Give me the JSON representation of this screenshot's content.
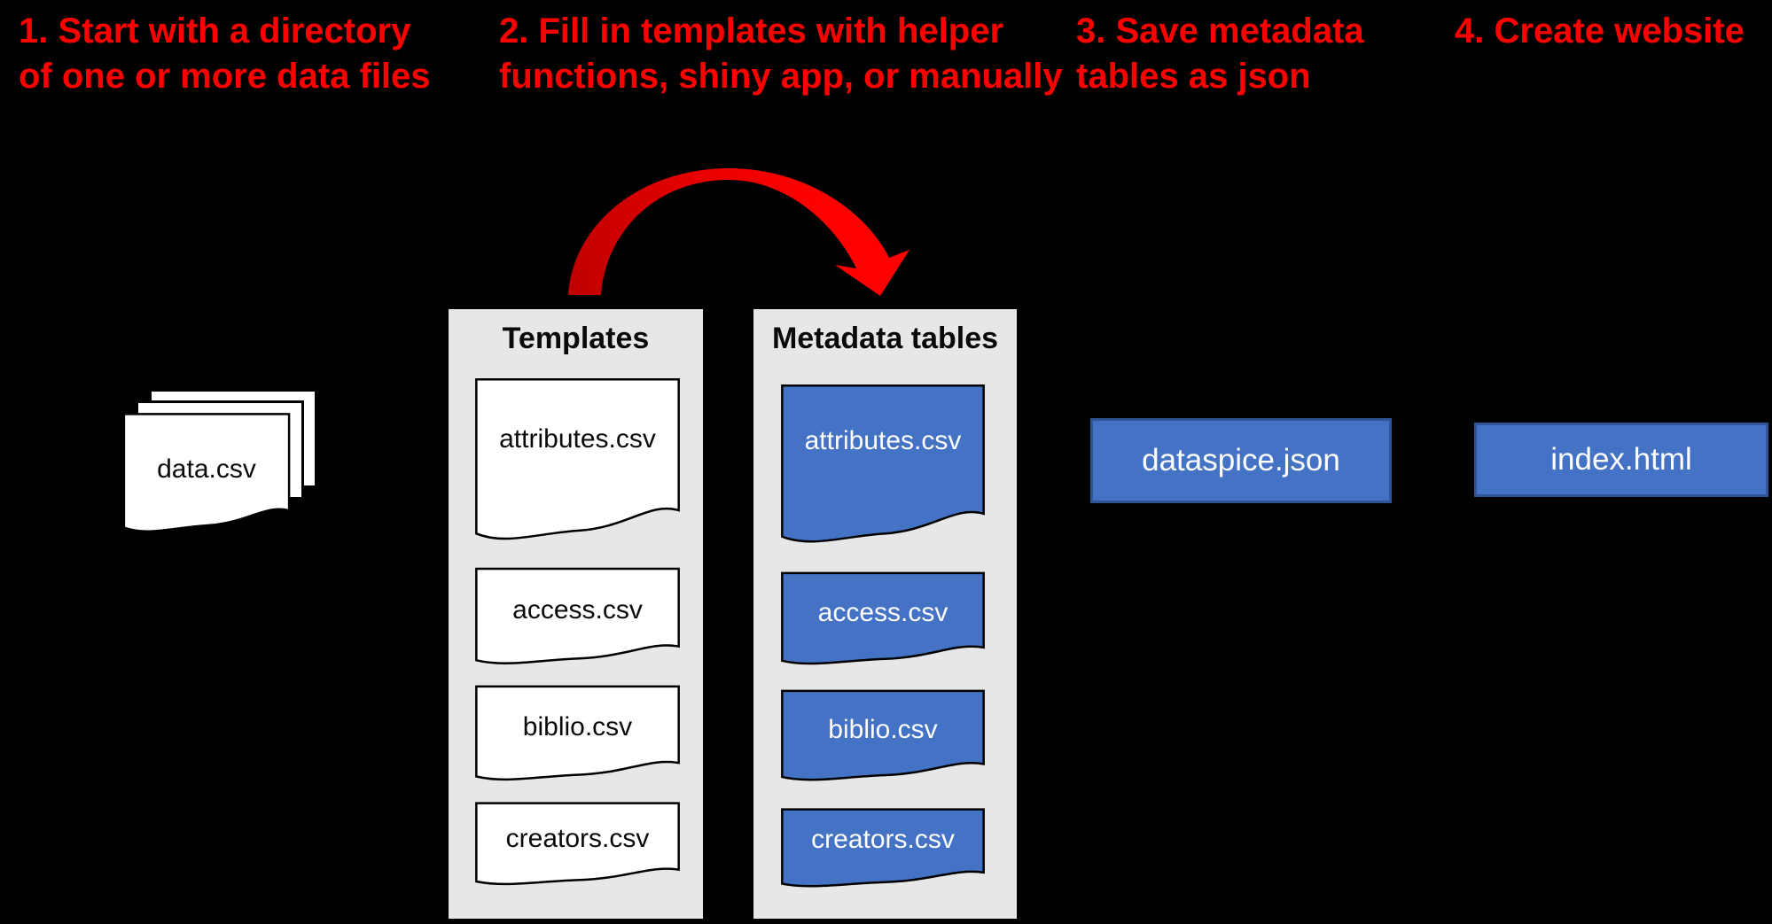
{
  "headings": {
    "step1": [
      "1. Start with a directory",
      "of one or more data files"
    ],
    "step2": [
      "2. Fill in templates with helper",
      "functions, shiny app, or manually"
    ],
    "step3": [
      "3. Save metadata",
      "tables as json"
    ],
    "step4": [
      "4. Create website"
    ]
  },
  "data_stack": {
    "label": "data.csv"
  },
  "templates_panel": {
    "title": "Templates",
    "files": [
      "attributes.csv",
      "access.csv",
      "biblio.csv",
      "creators.csv"
    ]
  },
  "metadata_panel": {
    "title": "Metadata tables",
    "files": [
      "attributes.csv",
      "access.csv",
      "biblio.csv",
      "creators.csv"
    ]
  },
  "outputs": {
    "json_file": "dataspice.json",
    "html_file": "index.html"
  },
  "colors": {
    "background": "#000000",
    "heading_red": "#ff0000",
    "arrow_red_dark": "#bf0000",
    "arrow_red_bright": "#ff0000",
    "panel_gray": "#e7e7e7",
    "doc_blue": "#4472c4",
    "box_border_blue": "#2f5597",
    "doc_white": "#ffffff"
  }
}
